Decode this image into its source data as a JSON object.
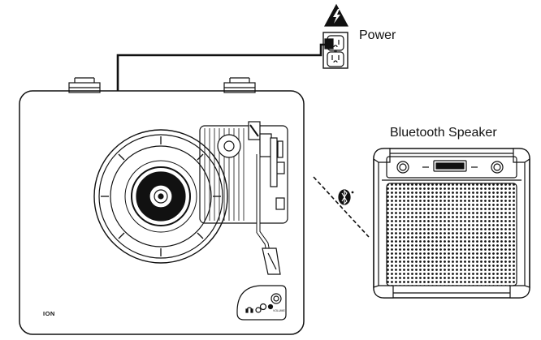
{
  "labels": {
    "power": "Power",
    "bluetooth_speaker": "Bluetooth Speaker",
    "brand": "ION",
    "volume": "VOLUME"
  },
  "icons": {
    "warning": "high-voltage-warning-icon",
    "bluetooth": "bluetooth-icon",
    "headphones": "headphones-icon",
    "outlet": "power-outlet-icon"
  },
  "colors": {
    "line": "#111111",
    "background": "#ffffff"
  }
}
